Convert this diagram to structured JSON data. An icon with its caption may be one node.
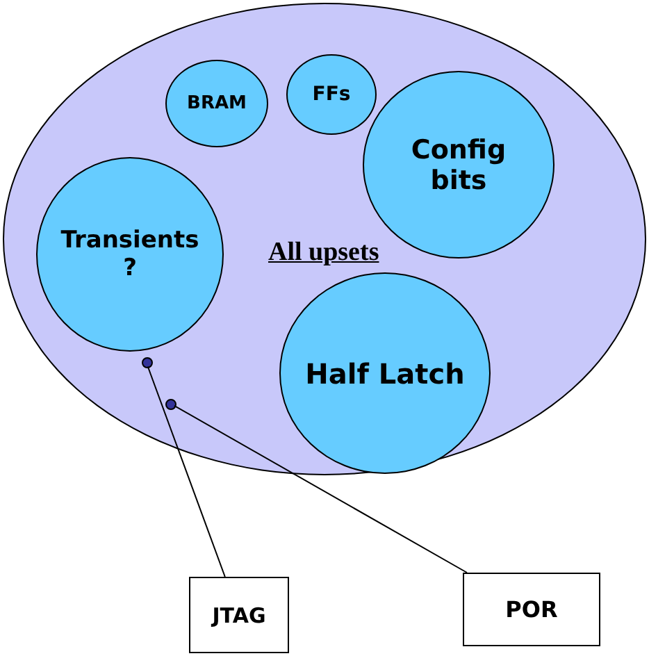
{
  "diagram": {
    "nodes": [
      {
        "text": [
          "All upsets"
        ]
      },
      {
        "text": [
          "BRAM"
        ],
        "in": 0
      },
      {
        "text": [
          "FFs"
        ],
        "in": 0
      },
      {
        "text": [
          "Config bits"
        ],
        "in": 0
      },
      {
        "text": [
          "Transients ?"
        ],
        "in": 0
      },
      {
        "text": [
          "Half Latch"
        ],
        "in": 0
      },
      {
        "text": [],
        "shape": "circle",
        "in": 0
      },
      {
        "text": [],
        "shape": "circle",
        "in": 0
      },
      {
        "text": [
          "JTAG"
        ]
      },
      {
        "text": [
          "POR"
        ]
      }
    ],
    "edges": [
      {
        "from": 8,
        "to": 6,
        "arrow": "none"
      },
      {
        "from": 9,
        "to": 7,
        "arrow": "none"
      }
    ]
  }
}
